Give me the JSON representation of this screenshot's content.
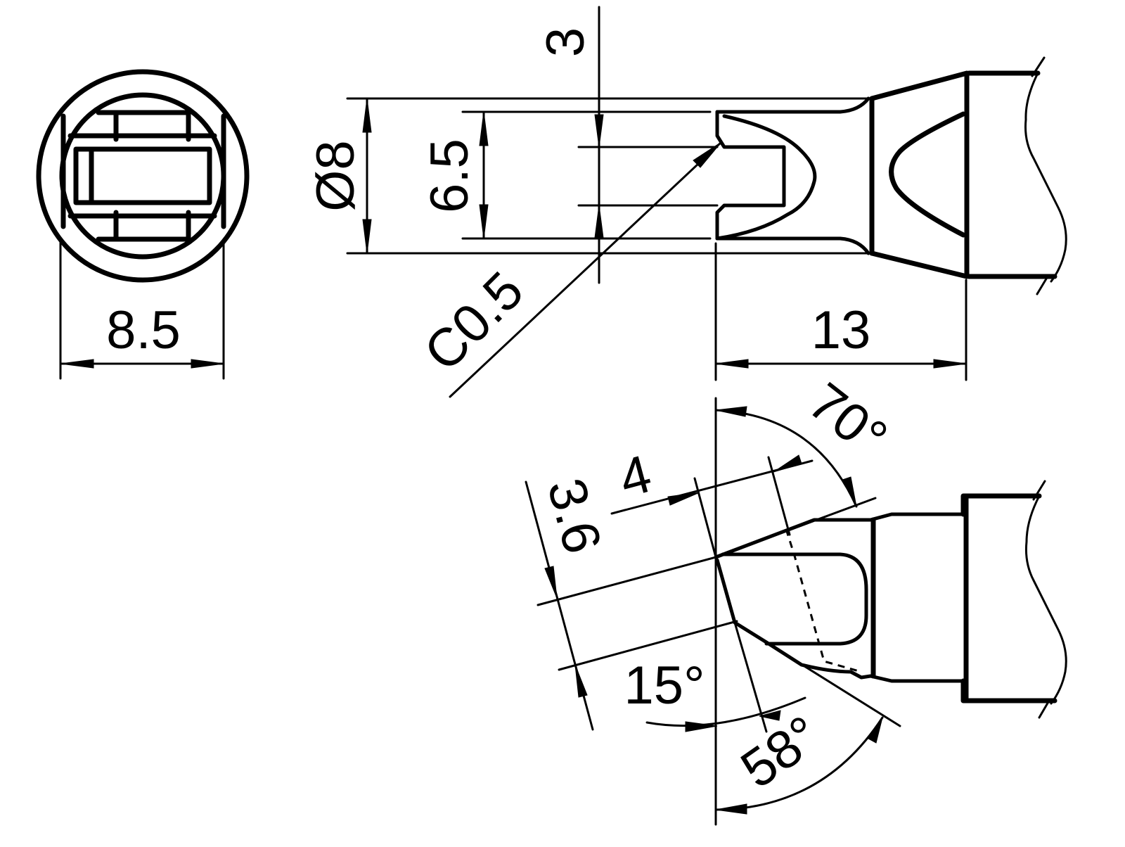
{
  "dimensions": {
    "width_across": "8.5",
    "diameter": "Ø8",
    "thickness_top": "3",
    "slot_height": "6.5",
    "chamfer": "C0.5",
    "length": "13",
    "angle_70": "70°",
    "width_4": "4",
    "width_3_6": "3.6",
    "angle_15": "15°",
    "angle_58": "58°"
  },
  "colors": {
    "line": "#000000",
    "background": "#ffffff"
  }
}
